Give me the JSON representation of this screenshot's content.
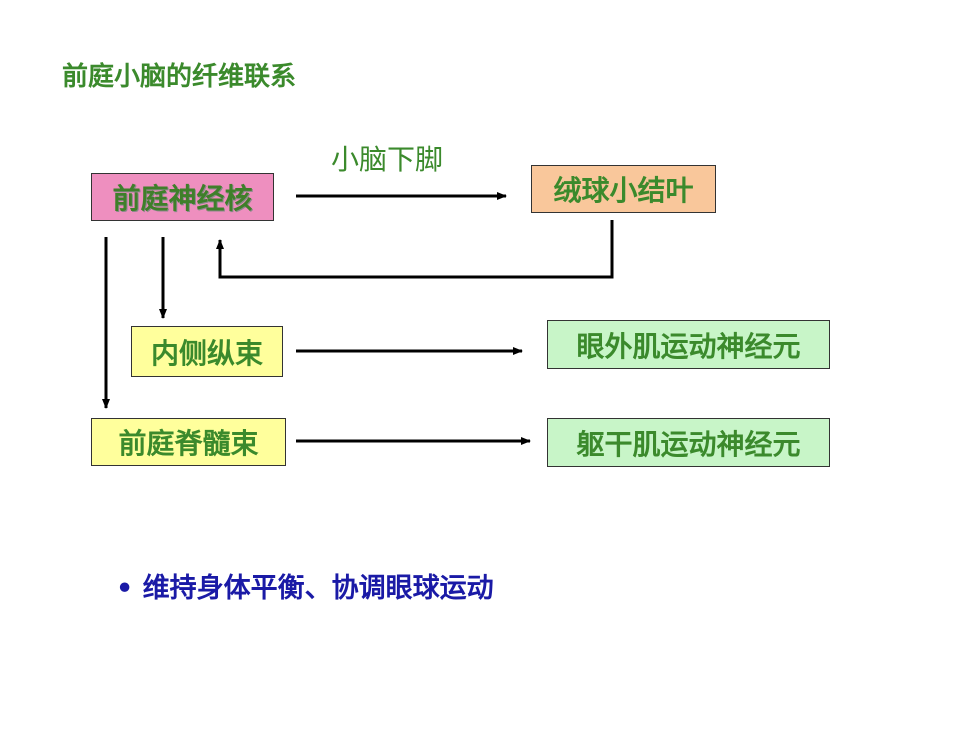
{
  "title": "前庭小脑的纤维联系",
  "nodes": {
    "vestibular_nuclei": "前庭神经核",
    "flocculonodular_lobe": "绒球小结叶",
    "medial_longitudinal_fasciculus": "内侧纵束",
    "vestibulospinal_tract": "前庭脊髓束",
    "extraocular_motor_neurons": "眼外肌运动神经元",
    "trunk_motor_neurons": "躯干肌运动神经元"
  },
  "edge_label": "小脑下脚",
  "bullet": {
    "marker": "•",
    "text": "维持身体平衡、协调眼球运动"
  },
  "colors": {
    "title": "#3b8a2c",
    "bullet": "#1a1aa6",
    "vestibular_box": "#ee8fbf",
    "flocculus_box": "#f9c79b",
    "tract_box": "#ffff9c",
    "neuron_box": "#c8f5c8"
  }
}
